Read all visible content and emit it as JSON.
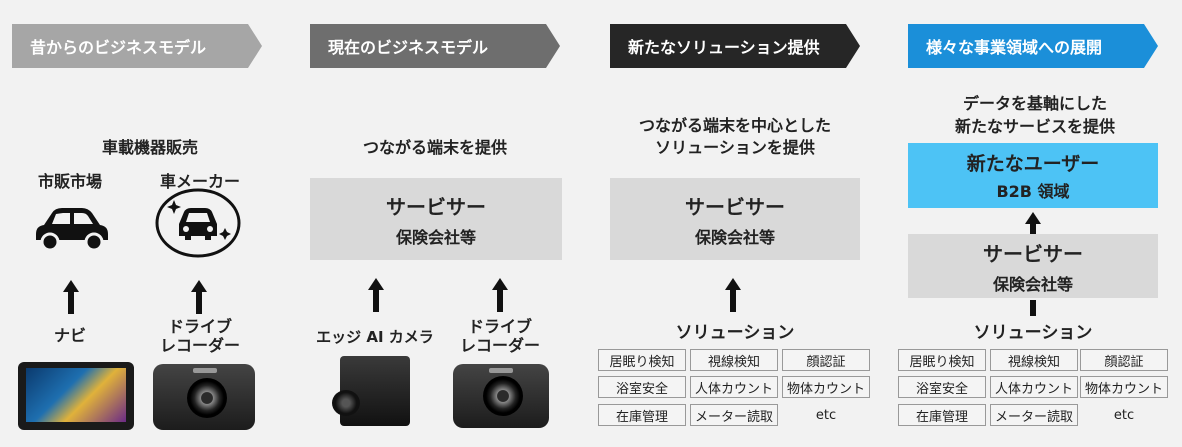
{
  "headers": [
    {
      "label": "昔からのビジネスモデル",
      "color": "#a6a6a6"
    },
    {
      "label": "現在のビジネスモデル",
      "color": "#6e6e6e"
    },
    {
      "label": "新たなソリューション提供",
      "color": "#262626"
    },
    {
      "label": "様々な事業領域への展開",
      "color": "#1b8fd9"
    }
  ],
  "col1": {
    "title": "車載機器販売",
    "left_label": "市販市場",
    "right_label": "車メーカー",
    "device1": "ナビ",
    "device2_line1": "ドライブ",
    "device2_line2": "レコーダー"
  },
  "col2": {
    "title": "つながる端末を提供",
    "box_main": "サービサー",
    "box_sub": "保険会社等",
    "device1": "エッジ AI カメラ",
    "device2_line1": "ドライブ",
    "device2_line2": "レコーダー"
  },
  "col3": {
    "title_line1": "つながる端末を中心とした",
    "title_line2": "ソリューションを提供",
    "box_main": "サービサー",
    "box_sub": "保険会社等",
    "solution_label": "ソリューション",
    "chips": [
      "居眠り検知",
      "視線検知",
      "顔認証",
      "浴室安全",
      "人体カウント",
      "物体カウント",
      "在庫管理",
      "メーター読取"
    ],
    "etc": "etc"
  },
  "col4": {
    "title_line1": "データを基軸にした",
    "title_line2": "新たなサービスを提供",
    "blue_main": "新たなユーザー",
    "blue_sub": "B2B 領域",
    "box_main": "サービサー",
    "box_sub": "保険会社等",
    "solution_label": "ソリューション",
    "chips": [
      "居眠り検知",
      "視線検知",
      "顔認証",
      "浴室安全",
      "人体カウント",
      "物体カウント",
      "在庫管理",
      "メーター読取"
    ],
    "etc": "etc",
    "blue_color": "#4dc3f5"
  }
}
